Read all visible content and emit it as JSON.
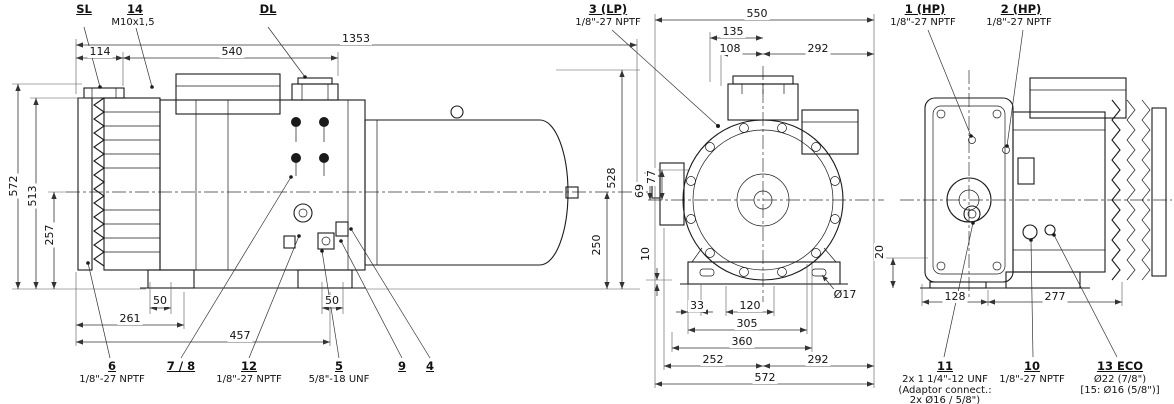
{
  "side_view": {
    "sl_label": "SL",
    "p14_label": "14",
    "p14_spec": "M10x1,5",
    "dl_label": "DL",
    "dims": {
      "total_length": "1353",
      "d114": "114",
      "d540": "540",
      "d572": "572",
      "d513": "513",
      "d257": "257",
      "d50_left": "50",
      "d261": "261",
      "d457": "457",
      "d50_right": "50",
      "d528": "528",
      "d250": "250"
    },
    "callouts": {
      "p6": "6",
      "p6_spec": "1/8\"-27 NPTF",
      "p7_8": "7 / 8",
      "p12": "12",
      "p12_spec": "1/8\"-27 NPTF",
      "p5": "5",
      "p5_spec": "5/8\"-18 UNF",
      "p9": "9",
      "p4": "4"
    }
  },
  "front_view": {
    "p3_label": "3 (LP)",
    "p3_spec": "1/8\"-27 NPTF",
    "dims": {
      "d550": "550",
      "d135": "135",
      "d108": "108",
      "d292_top": "292",
      "d77": "77",
      "d69": "69",
      "d10": "10",
      "d17": "Ø17",
      "d33": "33",
      "d120": "120",
      "d305": "305",
      "d360": "360",
      "d252": "252",
      "d292_bottom": "292",
      "d572": "572"
    }
  },
  "end_view": {
    "p1_label": "1 (HP)",
    "p1_spec": "1/8\"-27 NPTF",
    "p2_label": "2 (HP)",
    "p2_spec": "1/8\"-27 NPTF",
    "dims": {
      "d20": "20",
      "d128": "128",
      "d277": "277"
    },
    "callouts": {
      "p11": "11",
      "p11_spec1": "2x 1 1/4\"-12 UNF",
      "p11_spec2": "(Adaptor connect.:",
      "p11_spec3": "2x Ø16 / 5/8\")",
      "p10": "10",
      "p10_spec": "1/8\"-27 NPTF",
      "p13": "13 ECO",
      "p13_spec1": "Ø22 (7/8\")",
      "p13_spec2": "[15: Ø16 (5/8\")]"
    }
  },
  "colors": {
    "line": "#1a1a1a",
    "background": "#ffffff"
  }
}
